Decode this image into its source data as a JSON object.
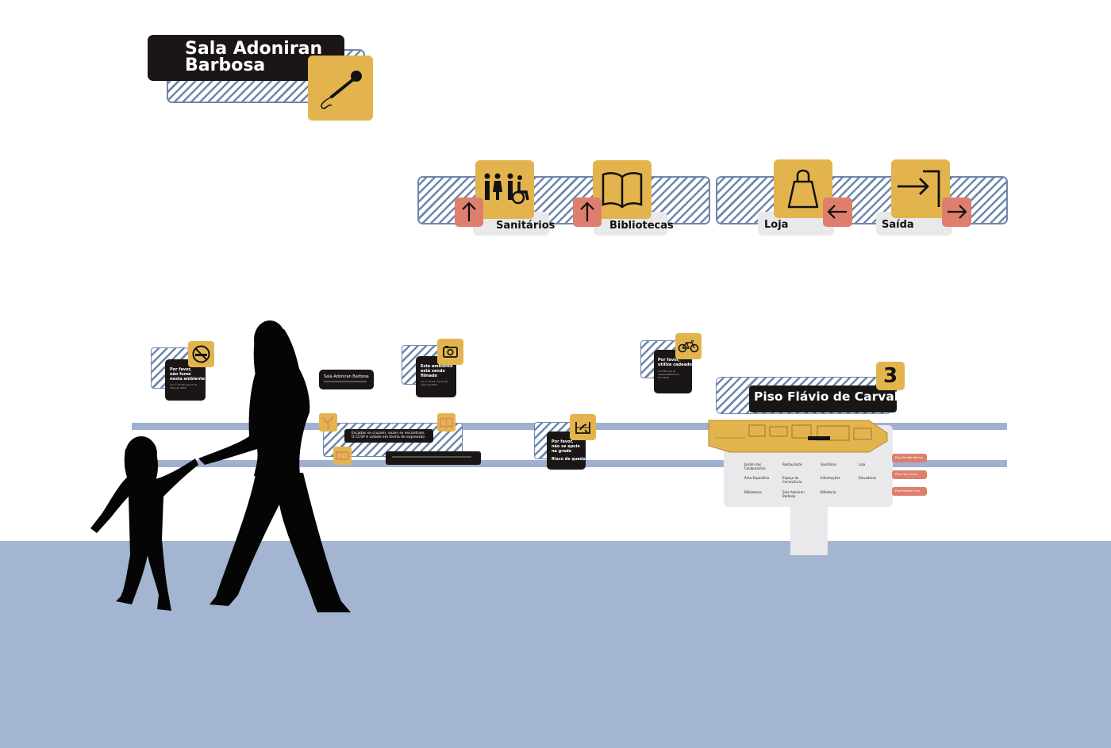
{
  "room_sign": {
    "title_line1": "Sala Adoniran",
    "title_line2": "Barbosa",
    "icon": "microphone-icon"
  },
  "directional_signs": [
    {
      "label": "Sanitários",
      "icon": "restroom-icon",
      "arrow": "up"
    },
    {
      "label": "Bibliotecas",
      "icon": "book-icon",
      "arrow": "up"
    },
    {
      "label": "Loja",
      "icon": "shopping-bag-icon",
      "arrow": "left"
    },
    {
      "label": "Saída",
      "icon": "exit-icon",
      "arrow": "right"
    }
  ],
  "small_signs": {
    "no_smoking": {
      "line1": "Por favor,",
      "line2": "não fume",
      "line3": "nesta ambiente",
      "fine_print": "Lei nº 13.541 de 07 de maio de 2009"
    },
    "room_label": {
      "title": "Sala Adoniran Barbosa"
    },
    "filming": {
      "line1": "Este ambiente",
      "line2": "está sendo",
      "line3": "filmado",
      "fine_print": "Lei nº 13.541 de 07 de maio de 2009"
    },
    "bicycle": {
      "line1": "Por favor,",
      "line2": "utilize cadeado",
      "fine_print": "O CCSP não se responsabiliza por bicicletas"
    },
    "railing": {
      "line1": "Por favor,",
      "line2": "não se apoie",
      "line3": "na grade",
      "line4": "Risco de queda"
    },
    "quote": {
      "line1": "Escadas se cruzam, vozes se encontram,",
      "line2": "O CCSP é cidade em forma de expressão"
    }
  },
  "directory": {
    "floor_number": "3",
    "floor_name": "Piso Flávio de Carvalho",
    "legend": [
      [
        "Jardim dos Colaborantes",
        "Restaurante",
        "Sanitários",
        "Loja"
      ],
      [
        "Área Expositiva",
        "Espaço de Convivência",
        "Informações",
        "Elevadores"
      ],
      [
        "Bibliotecas",
        "Sala Adoniran Barbosa",
        "Bilheteria",
        ""
      ]
    ],
    "floors": [
      "Piso Geraldo Barros",
      "Piso Caio Graco",
      "Piso Roberto Piva"
    ]
  }
}
